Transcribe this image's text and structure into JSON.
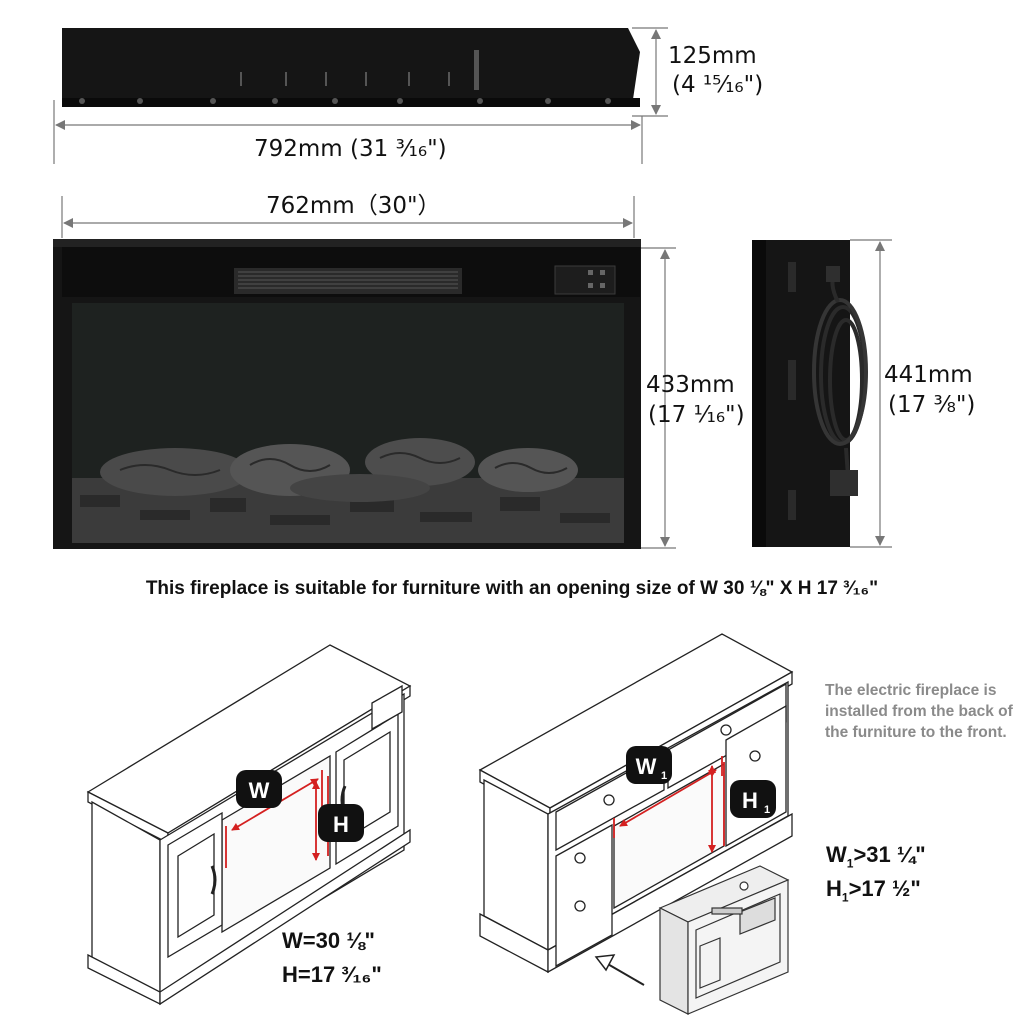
{
  "top_view": {
    "depth_label": "125mm",
    "depth_inch": "(4 ¹⁵⁄₁₆\")",
    "width_label": "792mm (31 ³⁄₁₆\")"
  },
  "front_view": {
    "width_label": "762mm（30\"）",
    "height_label": "433mm",
    "height_inch": "(17 ¹⁄₁₆\")"
  },
  "side_view": {
    "height_label": "441mm",
    "height_inch": "(17 ³⁄₈\")"
  },
  "suitability": "This fireplace is suitable for furniture with an opening size of W 30 ⅛\" X H 17 ³⁄₁₆\"",
  "left_furniture": {
    "w_badge": "W",
    "h_badge": "H",
    "w_value": "W=30 ⅛\"",
    "h_value": "H=17 ³⁄₁₆\""
  },
  "right_furniture": {
    "w_badge": "W",
    "w_sub": "1",
    "h_badge": "H",
    "h_sub": "1",
    "w_req": "W",
    "w_req_sub": "1",
    "w_req_val": ">31 ¼\"",
    "h_req": "H",
    "h_req_sub": "1",
    "h_req_val": ">17 ½\""
  },
  "install_note": "The electric fireplace is installed from the back of the furniture to the front.",
  "colors": {
    "dimension_red": "#d42020",
    "note_gray": "#8a8a8a",
    "fireplace_black": "#151515"
  }
}
